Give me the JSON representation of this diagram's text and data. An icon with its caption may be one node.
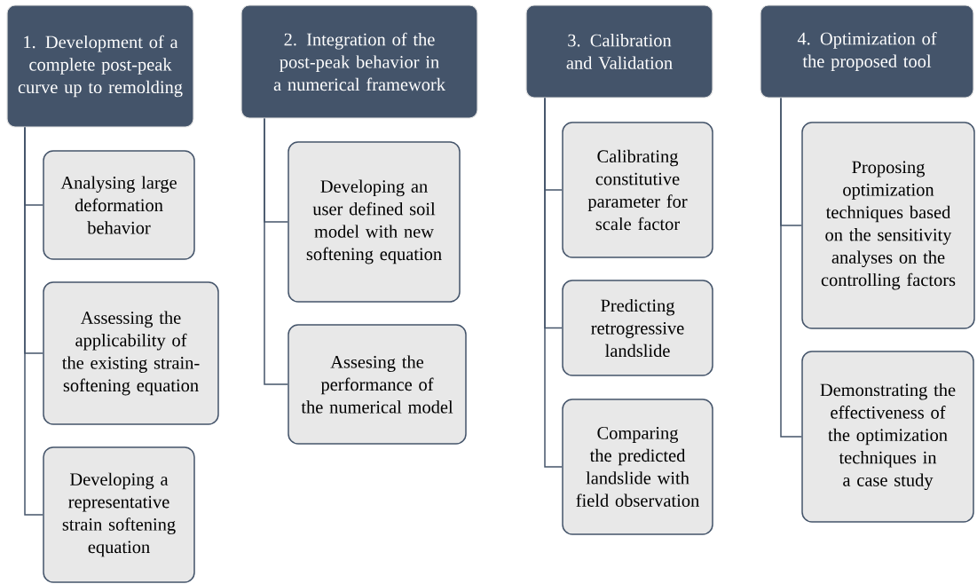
{
  "diagram": {
    "nodes": [
      {
        "text": [
          "1. Development of a complete post-peak curve up to remolding"
        ]
      },
      {
        "text": [
          "Analysing large deformation behavior"
        ]
      },
      {
        "text": [
          "Assessing the applicability of the existing strain-softening equation"
        ]
      },
      {
        "text": [
          "Developing a representative strain softening equation"
        ]
      },
      {
        "text": [
          "2. Integration of the post-peak behavior in a numerical framework"
        ]
      },
      {
        "text": [
          "Developing an user defined soil model with new softening equation"
        ]
      },
      {
        "text": [
          "Assesing the performance of the numerical model"
        ]
      },
      {
        "text": [
          "3. Calibration and Validation"
        ]
      },
      {
        "text": [
          "Calibrating constitutive parameter for scale factor"
        ]
      },
      {
        "text": [
          "Predicting retrogressive landslide"
        ]
      },
      {
        "text": [
          "Comparing the predicted landslide with field observation"
        ]
      },
      {
        "text": [
          "4. Optimization of the proposed tool"
        ]
      },
      {
        "text": [
          "Proposing optimization techniques based on the sensitivity analyses on the controlling factors"
        ]
      },
      {
        "text": [
          "Demonstrating the effectiveness of the optimization techniques in a case study"
        ]
      }
    ],
    "edges": [
      {
        "from": 0,
        "to": 1,
        "arrow": "none"
      },
      {
        "from": 0,
        "to": 2,
        "arrow": "none"
      },
      {
        "from": 0,
        "to": 3,
        "arrow": "none"
      },
      {
        "from": 4,
        "to": 5,
        "arrow": "none"
      },
      {
        "from": 4,
        "to": 6,
        "arrow": "none"
      },
      {
        "from": 7,
        "to": 8,
        "arrow": "none"
      },
      {
        "from": 7,
        "to": 9,
        "arrow": "none"
      },
      {
        "from": 7,
        "to": 10,
        "arrow": "none"
      },
      {
        "from": 11,
        "to": 12,
        "arrow": "none"
      },
      {
        "from": 11,
        "to": 13,
        "arrow": "none"
      }
    ]
  }
}
